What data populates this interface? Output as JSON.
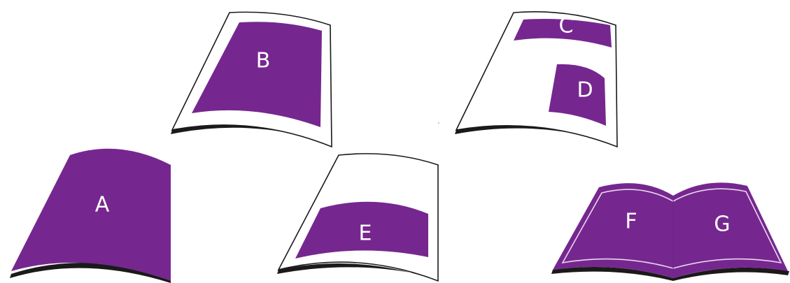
{
  "colors": {
    "fill": "#76278f",
    "outline": "#1a1a1a",
    "shadow": "#1a1a1a",
    "label": "#ffffff",
    "background": "#ffffff"
  },
  "panels": [
    {
      "id": "a",
      "labels": [
        "A"
      ]
    },
    {
      "id": "b",
      "labels": [
        "B"
      ]
    },
    {
      "id": "cd",
      "labels": [
        "C",
        "D"
      ]
    },
    {
      "id": "e",
      "labels": [
        "E"
      ]
    },
    {
      "id": "fg",
      "labels": [
        "F",
        "G"
      ]
    }
  ]
}
